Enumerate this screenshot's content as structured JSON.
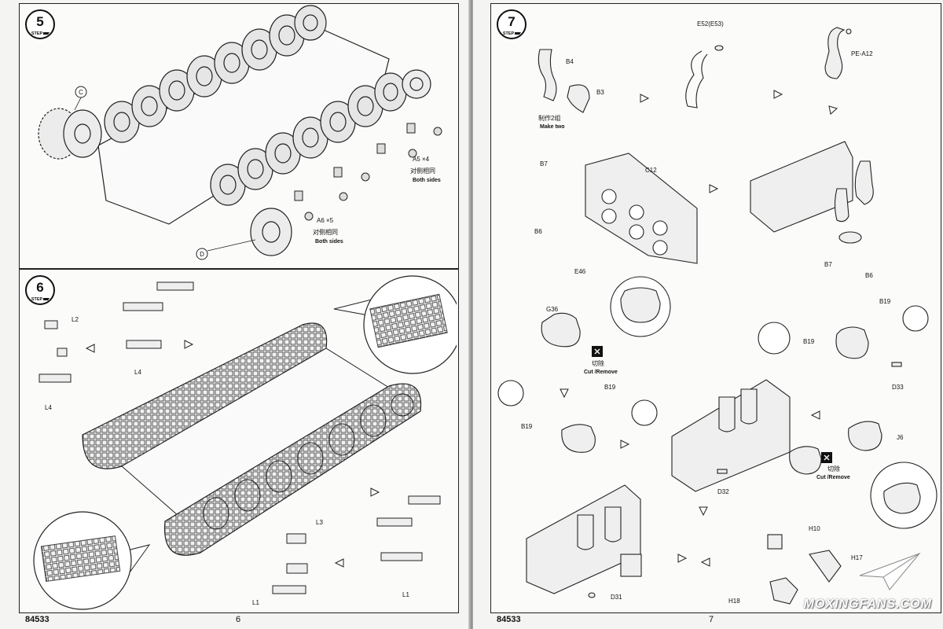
{
  "left_page": {
    "folio": "84533",
    "page_number": "6",
    "step5": {
      "step_word": "STEP",
      "step_number": "5",
      "callouts": {
        "c": "C",
        "d": "D",
        "a5": "A5 ×4",
        "a6": "A6 ×5",
        "both_cn": "对侧相同",
        "both_en": "Both sides"
      }
    },
    "step6": {
      "step_word": "STEP",
      "step_number": "6",
      "callouts": {
        "l2": "L2",
        "l4a": "L4",
        "l4b": "L4",
        "l3": "L3",
        "l1a": "L1",
        "l1b": "L1"
      }
    }
  },
  "right_page": {
    "folio": "84533",
    "page_number": "7",
    "step7": {
      "step_word": "STEP",
      "step_number": "7",
      "callouts": {
        "b4": "B4",
        "b3": "B3",
        "make_two_cn": "制作2组",
        "make_two_en": "Make two",
        "e52": "E52(E53)",
        "pe_a12": "PE-A12",
        "b7a": "B7",
        "b6a": "B6",
        "c12": "C12",
        "e46": "E46",
        "b7b": "B7",
        "b6b": "B6",
        "g36": "G36",
        "cut_cn": "切除",
        "cut_en": "Cut /Remove",
        "b19a": "B19",
        "b19b": "B19",
        "b19c": "B19",
        "b19d": "B19",
        "d33": "D33",
        "j6": "J6",
        "cut2_cn": "切除",
        "cut2_en": "Cut /Remove",
        "d32": "D32",
        "h10": "H10",
        "h17": "H17",
        "h18": "H18",
        "d31": "D31"
      }
    }
  },
  "watermark": "MOXINGFANS.COM"
}
